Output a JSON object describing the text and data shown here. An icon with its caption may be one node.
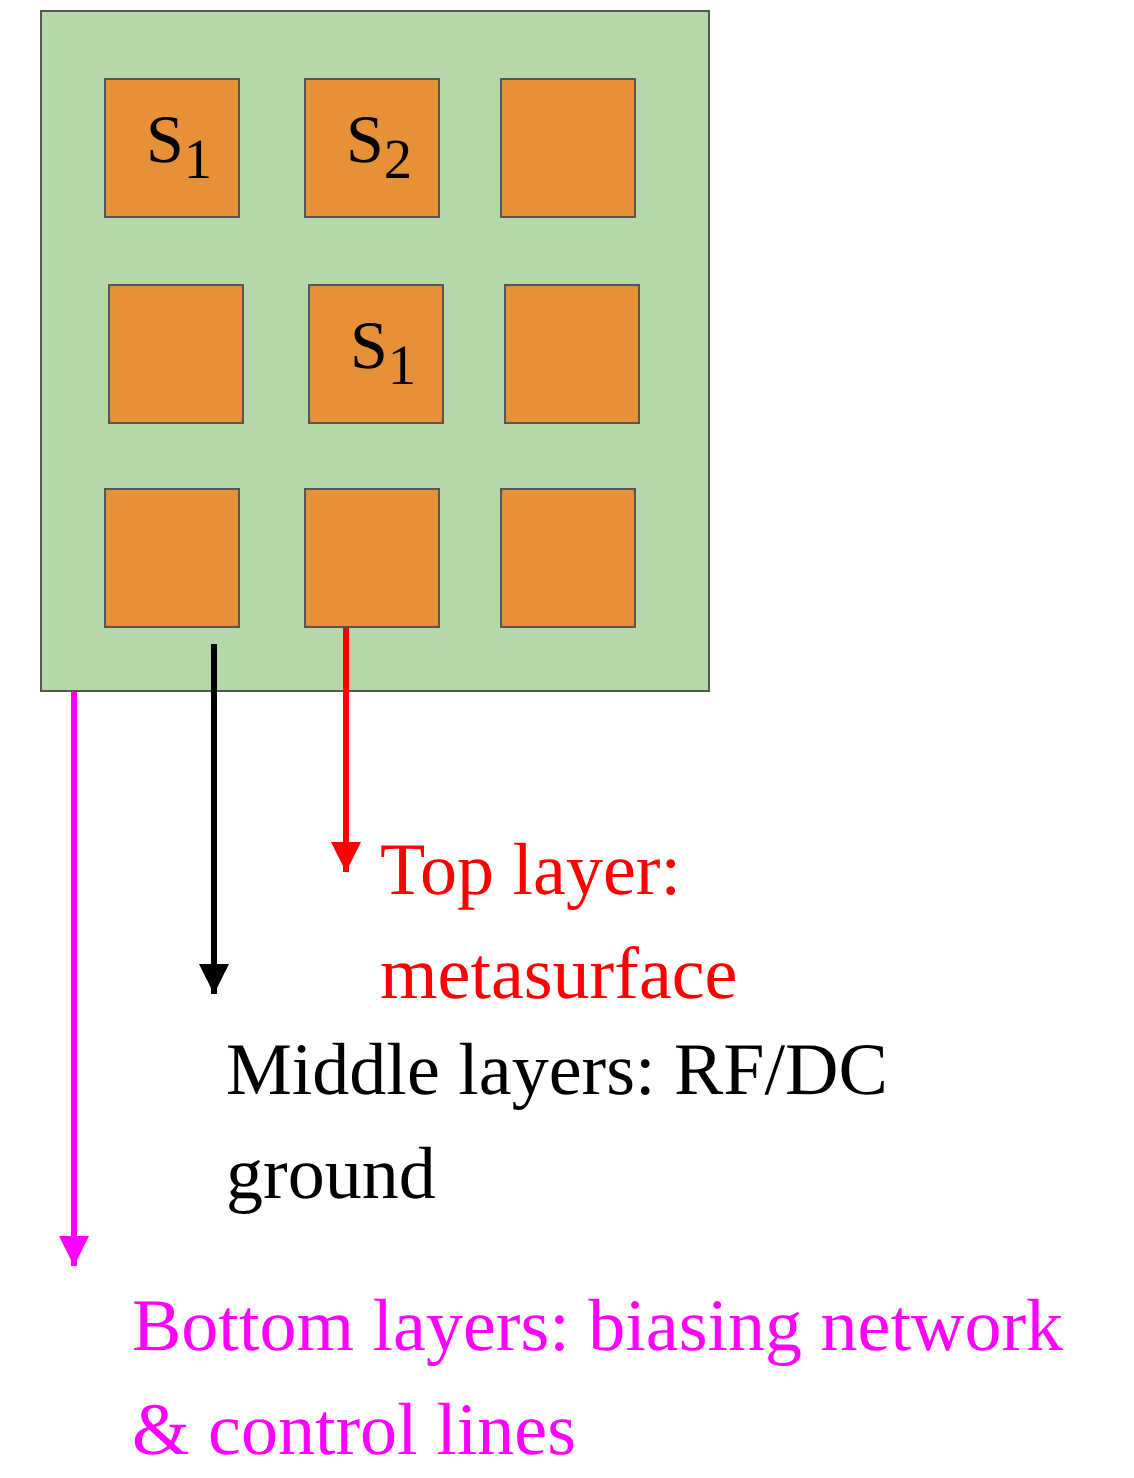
{
  "diagram": {
    "nodes": [
      {
        "text": [],
        "shape": "box"
      },
      {
        "text": [
          "S$_{1}$"
        ],
        "in": 0
      },
      {
        "text": [
          "S$_{2}$"
        ],
        "in": 0
      },
      {
        "text": [],
        "shape": "box",
        "in": 0
      },
      {
        "text": [],
        "shape": "box",
        "in": 0
      },
      {
        "text": [
          "S$_{1}$"
        ],
        "in": 0
      },
      {
        "text": [],
        "shape": "box",
        "in": 0
      },
      {
        "text": [],
        "shape": "box",
        "in": 0
      },
      {
        "text": [],
        "shape": "box",
        "in": 0
      },
      {
        "text": [],
        "shape": "box",
        "in": 0
      },
      {
        "text": [
          "Top layer: metasurface"
        ]
      },
      {
        "text": [
          "Middle layers: RF/DC ground"
        ]
      },
      {
        "text": [
          "Bottom layers: biasing network & control lines"
        ]
      }
    ],
    "edges": [
      {
        "from": 8,
        "to": 10,
        "arrow": "to",
        "color": "#ff0000"
      },
      {
        "from": 0,
        "to": 11,
        "arrow": "to",
        "color": "#000000"
      },
      {
        "from": 0,
        "to": 12,
        "arrow": "to",
        "color": "#ff00ff"
      }
    ]
  }
}
